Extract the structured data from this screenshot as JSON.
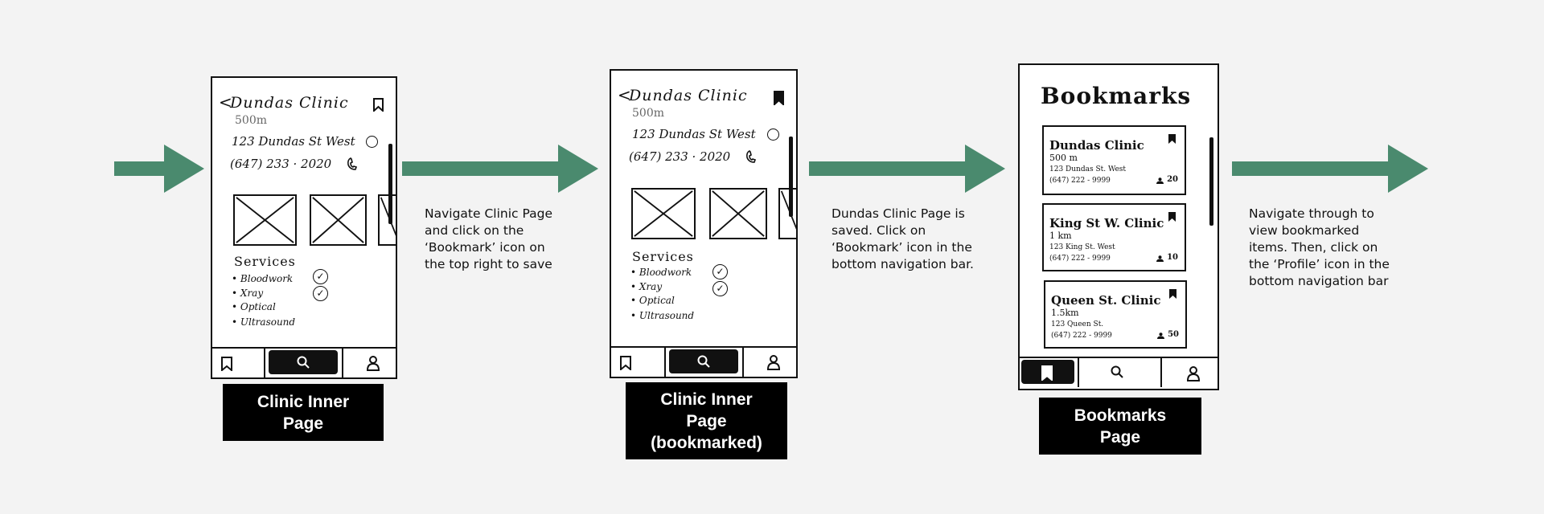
{
  "colors": {
    "arrow": "#4a8a6e",
    "background": "#f3f3f3"
  },
  "clinic_page": {
    "back_glyph": "<",
    "title": "Dundas Clinic",
    "distance": "500m",
    "address": "123 Dundas St West",
    "phone": "(647) 233 · 2020",
    "services_title": "Services",
    "services": [
      "Bloodwork",
      "Xray",
      "Optical",
      "Ultrasound"
    ],
    "services_checked": [
      true,
      true,
      false,
      false
    ]
  },
  "screens": [
    {
      "caption": [
        "Clinic Inner",
        "Page"
      ],
      "bookmarked": false
    },
    {
      "caption": [
        "Clinic Inner",
        "Page",
        "(bookmarked)"
      ],
      "bookmarked": true
    }
  ],
  "bookmarks_page": {
    "heading": "Bookmarks",
    "caption": [
      "Bookmarks",
      "Page"
    ],
    "cards": [
      {
        "title": "Dundas Clinic",
        "distance": "500 m",
        "address": "123 Dundas St. West",
        "phone": "(647) 222 - 9999",
        "count": "20"
      },
      {
        "title": "King St W. Clinic",
        "distance": "1 km",
        "address": "123 King St. West",
        "phone": "(647) 222 - 9999",
        "count": "10"
      },
      {
        "title": "Queen St. Clinic",
        "distance": "1.5km",
        "address": "123 Queen St.",
        "phone": "(647) 222 - 9999",
        "count": "50"
      }
    ]
  },
  "notes": [
    "Navigate Clinic Page\nand click on the\n‘Bookmark’ icon on\nthe top right to save",
    "Dundas Clinic Page is\nsaved. Click on\n‘Bookmark’ icon in the\nbottom navigation bar.",
    "Navigate through to\nview bookmarked\nitems. Then, click on\nthe ‘Profile’ icon in the\nbottom navigation bar"
  ],
  "icons": {
    "flow": "right-arrow-icon",
    "bookmark": "bookmark-icon",
    "search": "search-icon",
    "profile": "profile-icon",
    "location": "location-icon",
    "phone": "phone-icon",
    "check": "check-icon",
    "image": "image-placeholder-icon",
    "person": "person-icon"
  }
}
